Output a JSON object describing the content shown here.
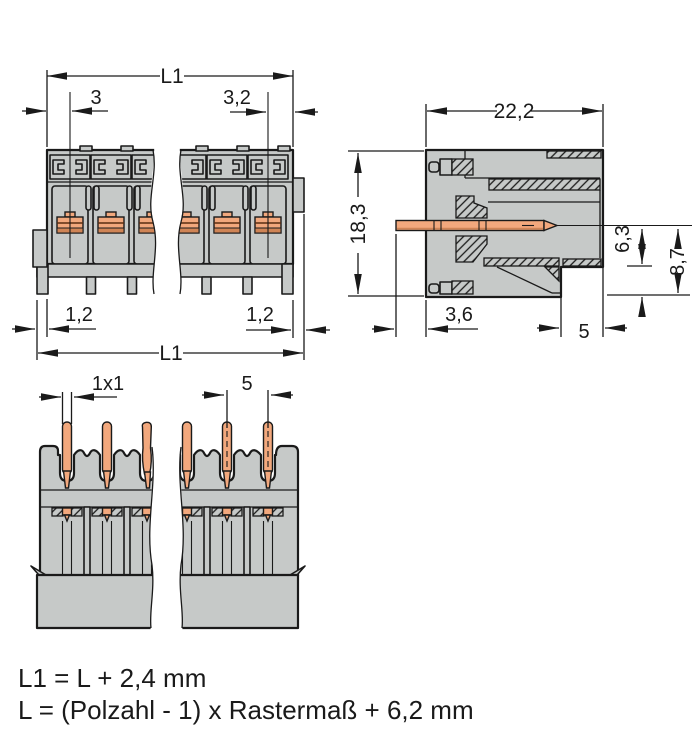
{
  "drawing": {
    "front_view": {
      "l1_top": "L1",
      "pole_offset_first": "3",
      "pole_offset_last": "3,2",
      "edge_left": "1,2",
      "edge_right": "1,2",
      "l1_bottom": "L1"
    },
    "side_view": {
      "depth": "22,2",
      "height": "18,3",
      "pin_axis_to_flange": "6,3",
      "pin_axis_to_base": "8,7",
      "pin_protrusion": "3,6",
      "recess_depth": "5"
    },
    "pin_view": {
      "pin_cross_section": "1x1",
      "pin_pitch": "5"
    },
    "formulas": {
      "line1": "L1 = L + 2,4 mm",
      "line2": "L = (Polzahl - 1) x Rastermaß + 6,2 mm"
    },
    "colors": {
      "housing": "#c6c9c8",
      "contact": "#f2a87d",
      "contact_shade": "#cf8456",
      "outline": "#1a1a1a",
      "background": "#ffffff"
    }
  }
}
